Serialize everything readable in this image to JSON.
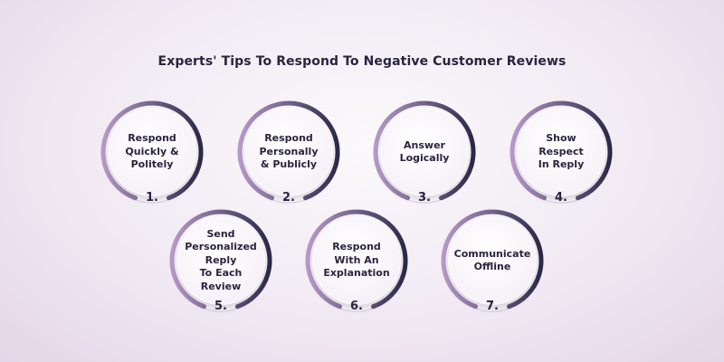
{
  "title": "Experts' Tips To Respond To Negative Customer Reviews",
  "colors": {
    "ring_gradient_start": "#b99bc9",
    "ring_gradient_end": "#2a2a48",
    "text": "#2a2440"
  },
  "tips": [
    {
      "number": "1.",
      "lines": [
        "Respond",
        "Quickly &",
        "Politely"
      ]
    },
    {
      "number": "2.",
      "lines": [
        "Respond",
        "Personally",
        "& Publicly"
      ]
    },
    {
      "number": "3.",
      "lines": [
        "Answer",
        "Logically"
      ]
    },
    {
      "number": "4.",
      "lines": [
        "Show",
        "Respect",
        "In Reply"
      ]
    },
    {
      "number": "5.",
      "lines": [
        "Send",
        "Personalized",
        "Reply",
        "To Each",
        "Review"
      ]
    },
    {
      "number": "6.",
      "lines": [
        "Respond",
        "With An",
        "Explanation"
      ]
    },
    {
      "number": "7.",
      "lines": [
        "Communicate",
        "Offline"
      ]
    }
  ]
}
